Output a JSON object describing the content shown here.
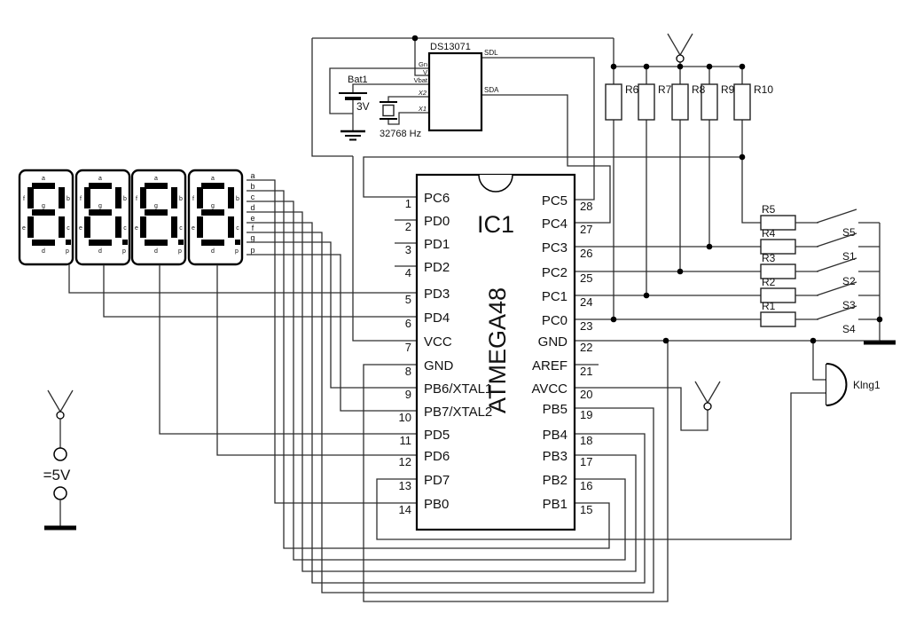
{
  "mcu": {
    "ref": "IC1",
    "part": "ATMEGA48",
    "left_pins": [
      {
        "num": "1",
        "name": "PC6"
      },
      {
        "num": "2",
        "name": "PD0"
      },
      {
        "num": "3",
        "name": "PD1"
      },
      {
        "num": "4",
        "name": "PD2"
      },
      {
        "num": "5",
        "name": "PD3"
      },
      {
        "num": "6",
        "name": "PD4"
      },
      {
        "num": "7",
        "name": "VCC"
      },
      {
        "num": "8",
        "name": "GND"
      },
      {
        "num": "9",
        "name": "PB6/XTAL1"
      },
      {
        "num": "10",
        "name": "PB7/XTAL2"
      },
      {
        "num": "11",
        "name": "PD5"
      },
      {
        "num": "12",
        "name": "PD6"
      },
      {
        "num": "13",
        "name": "PD7"
      },
      {
        "num": "14",
        "name": "PB0"
      }
    ],
    "right_pins": [
      {
        "num": "28",
        "name": "PC5"
      },
      {
        "num": "27",
        "name": "PC4"
      },
      {
        "num": "26",
        "name": "PC3"
      },
      {
        "num": "25",
        "name": "PC2"
      },
      {
        "num": "24",
        "name": "PC1"
      },
      {
        "num": "23",
        "name": "PC0"
      },
      {
        "num": "22",
        "name": "GND"
      },
      {
        "num": "21",
        "name": "AREF"
      },
      {
        "num": "20",
        "name": "AVCC"
      },
      {
        "num": "19",
        "name": "PB5"
      },
      {
        "num": "18",
        "name": "PB4"
      },
      {
        "num": "17",
        "name": "PB3"
      },
      {
        "num": "16",
        "name": "PB2"
      },
      {
        "num": "15",
        "name": "PB1"
      }
    ]
  },
  "rtc": {
    "part": "DS13071",
    "pin_gnd": "Gn",
    "pin_v": "V",
    "pin_vbat": "Vbat",
    "pin_x2": "X2",
    "pin_x1": "X1",
    "pin_scl": "SDL",
    "pin_sda": "SDA",
    "battery_ref": "Bat1",
    "battery_voltage": "3V",
    "crystal_freq": "32768 Hz"
  },
  "display_module": {
    "segment_labels": [
      "a",
      "f",
      "b",
      "g",
      "e",
      "c",
      "d",
      "p"
    ],
    "bus_labels": [
      "a",
      "b",
      "c",
      "d",
      "e",
      "f",
      "g",
      "p"
    ]
  },
  "pullup_resistors": [
    "R6",
    "R7",
    "R8",
    "R9",
    "R10"
  ],
  "button_resistors": [
    "R5",
    "R4",
    "R3",
    "R2",
    "R1"
  ],
  "switches": [
    "S5",
    "S1",
    "S2",
    "S3",
    "S4"
  ],
  "buzzer": {
    "ref": "Klng1"
  },
  "power_supply": {
    "label": "=5V"
  }
}
